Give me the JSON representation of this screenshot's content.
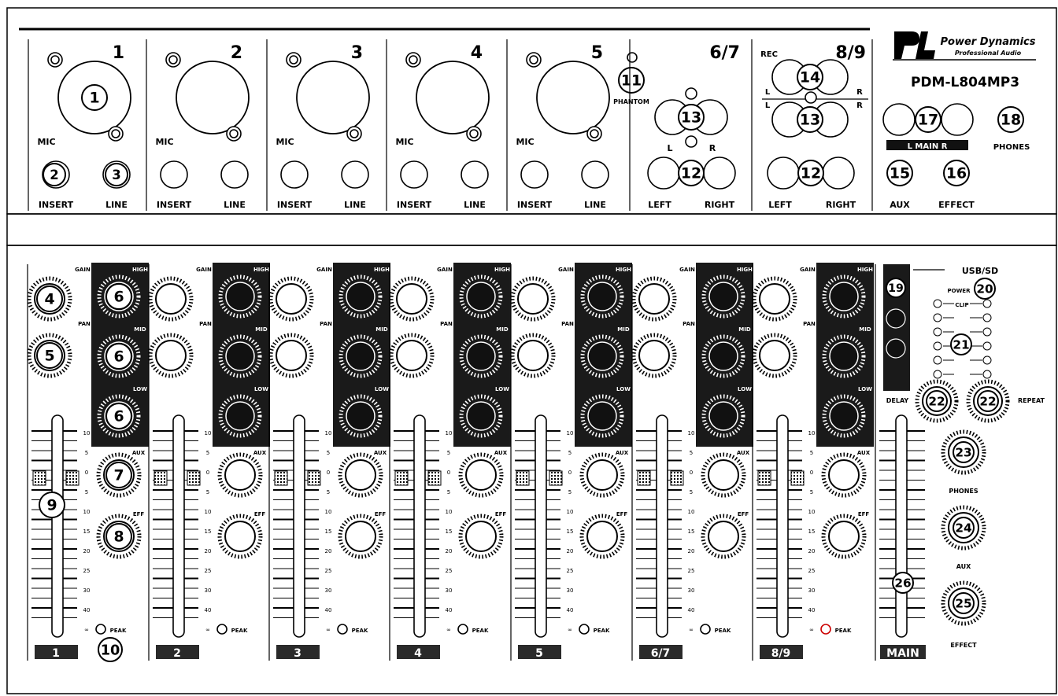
{
  "brand": {
    "name": "Power Dynamics",
    "tagline": "Professional Audio",
    "model": "PDM-L804MP3"
  },
  "channels": [
    "1",
    "2",
    "3",
    "4",
    "5",
    "6/7",
    "8/9"
  ],
  "master_label": "MAIN",
  "io_labels": {
    "mic": "MIC",
    "insert": "INSERT",
    "line": "LINE",
    "phantom": "PHANTOM",
    "left": "LEFT",
    "right": "RIGHT",
    "l": "L",
    "r": "R",
    "rec": "REC",
    "main_lr": "L  MAIN  R",
    "phones": "PHONES",
    "aux": "AUX",
    "effect": "EFFECT"
  },
  "strip_labels": {
    "gain": "GAIN",
    "pan": "PAN",
    "high": "HIGH",
    "mid": "MID",
    "low": "LOW",
    "aux": "AUX",
    "eff": "EFF",
    "peak": "PEAK"
  },
  "master_labels": {
    "usb_sd": "USB/SD",
    "power": "POWER",
    "clip": "CLIP",
    "delay": "DELAY",
    "repeat": "REPEAT",
    "phones": "PHONES",
    "aux": "AUX",
    "effect": "EFFECT"
  },
  "fader_scale": [
    "10",
    "5",
    "0",
    "5",
    "10",
    "15",
    "20",
    "25",
    "30",
    "40",
    "∞"
  ],
  "callouts": {
    "n1": "1",
    "n2": "2",
    "n3": "3",
    "n4": "4",
    "n5": "5",
    "n6": "6",
    "n7": "7",
    "n8": "8",
    "n9": "9",
    "n10": "10",
    "n11": "11",
    "n12": "12",
    "n13": "13",
    "n14": "14",
    "n15": "15",
    "n16": "16",
    "n17": "17",
    "n18": "18",
    "n19": "19",
    "n20": "20",
    "n21": "21",
    "n22": "22",
    "n23": "23",
    "n24": "24",
    "n25": "25",
    "n26": "26"
  }
}
